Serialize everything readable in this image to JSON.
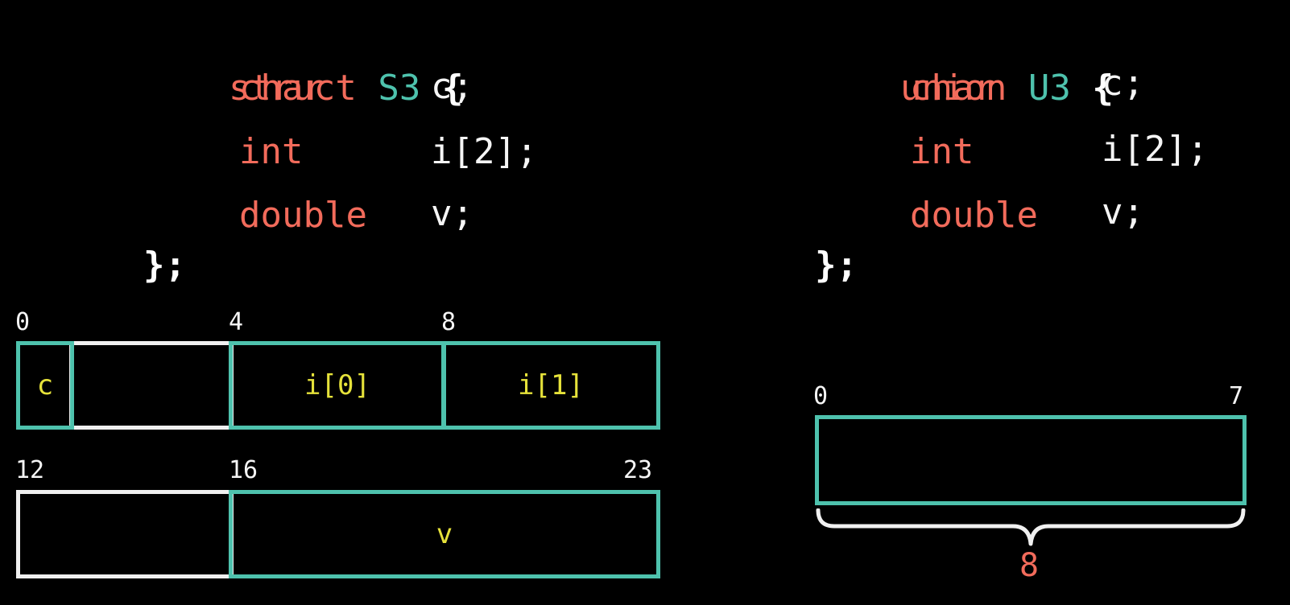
{
  "struct_decl": {
    "keyword": "struct",
    "name": "S3",
    "open_brace": "{",
    "close": "};",
    "fields": [
      {
        "type": "char",
        "decl": "c;"
      },
      {
        "type": "int",
        "decl": "i[2];"
      },
      {
        "type": "double",
        "decl": "v;"
      }
    ]
  },
  "union_decl": {
    "keyword": "union",
    "name": "U3",
    "open_brace": "{",
    "close": "};",
    "fields": [
      {
        "type": "char",
        "decl": "c;"
      },
      {
        "type": "int",
        "decl": "i[2];"
      },
      {
        "type": "double",
        "decl": "v;"
      }
    ]
  },
  "struct_layout": {
    "row1_offsets": [
      "0",
      "4",
      "8"
    ],
    "row1_cells": [
      "c",
      "",
      "i[0]",
      "i[1]"
    ],
    "row2_offsets": [
      "12",
      "16",
      "23"
    ],
    "row2_cells": [
      "",
      "v"
    ]
  },
  "union_layout": {
    "offsets": [
      "0",
      "7"
    ],
    "size": "8"
  },
  "colors": {
    "keyword": "#f26b5b",
    "type_name": "#4ec2ad",
    "field_label": "#e6e23a",
    "padding_border": "#f0f0f0",
    "field_border": "#4ec2ad"
  }
}
